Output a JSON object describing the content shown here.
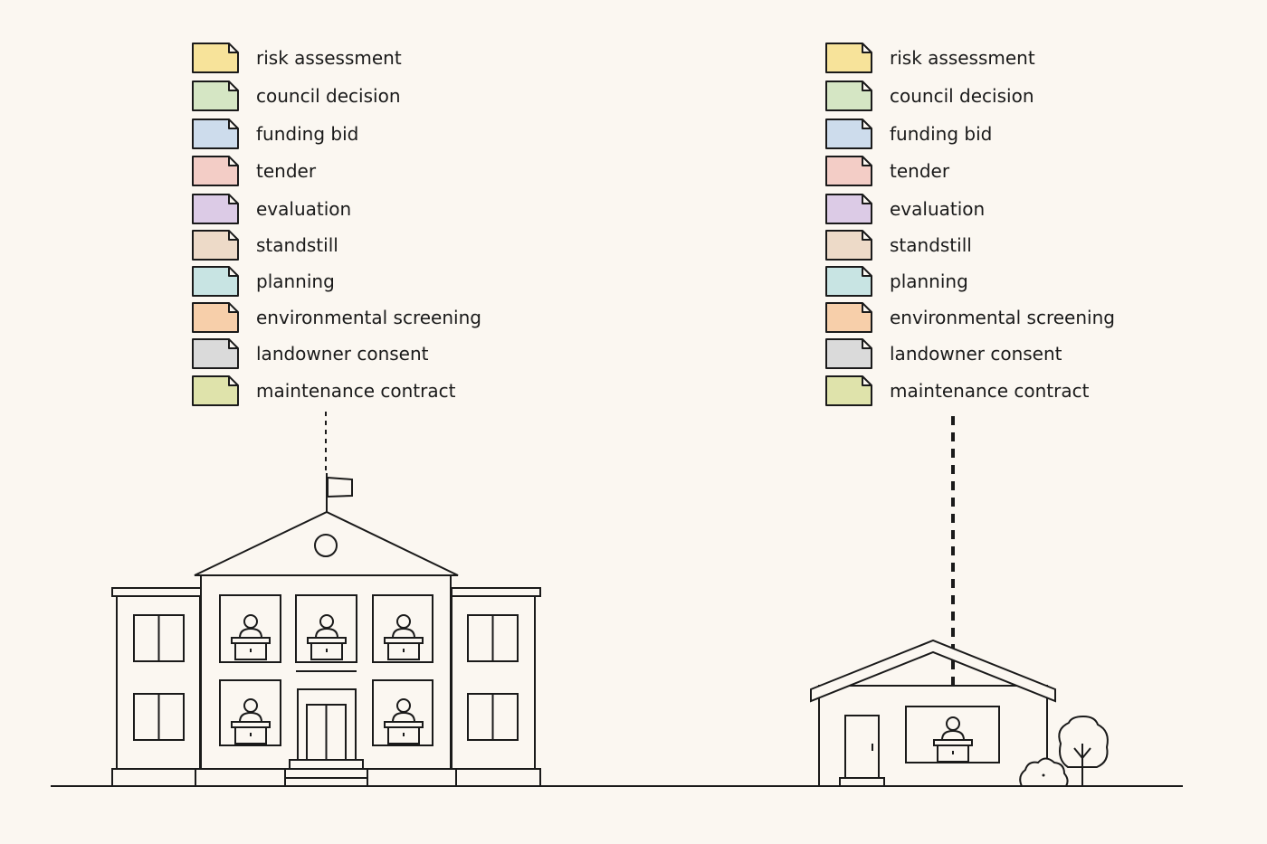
{
  "documents": [
    {
      "label": "risk assessment",
      "color": "#f7e39a"
    },
    {
      "label": "council decision",
      "color": "#d5e6c4"
    },
    {
      "label": "funding bid",
      "color": "#cddcec"
    },
    {
      "label": "tender",
      "color": "#f3cdc6"
    },
    {
      "label": "evaluation",
      "color": "#dccbe6"
    },
    {
      "label": "standstill",
      "color": "#eddac8"
    },
    {
      "label": "planning",
      "color": "#c8e4e3"
    },
    {
      "label": "environmental screening",
      "color": "#f7cfaa"
    },
    {
      "label": "landowner consent",
      "color": "#dadada"
    },
    {
      "label": "maintenance contract",
      "color": "#dfe3ab"
    }
  ],
  "icons": {
    "document": "folded-corner-document-icon",
    "flag": "flag-icon",
    "person": "person-at-desk-icon",
    "tree": "tree-icon",
    "bush": "bush-icon"
  }
}
